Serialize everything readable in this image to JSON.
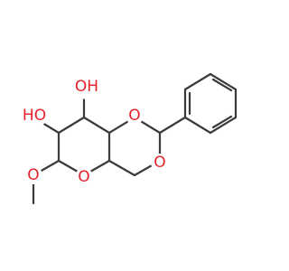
{
  "colors": {
    "background": "#ffffff",
    "bond": "#3a3a3a",
    "oxygen": "#e8202a"
  },
  "atoms": {
    "hydroxyl_top": "OH",
    "hydroxyl_left": "HO",
    "acetal_oxygen_upper": "O",
    "acetal_oxygen_lower": "O",
    "ring_oxygen": "O",
    "methoxy_oxygen": "O"
  }
}
